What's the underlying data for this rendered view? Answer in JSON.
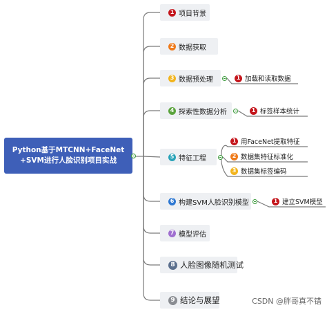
{
  "root": {
    "line1": "Python基于MTCNN+FaceNet",
    "line2": "+SVM进行人脸识别项目实战"
  },
  "colors": {
    "root_bg": "#3e5fb8",
    "node_bg": "#eef0f3",
    "line": "#7a7a7a",
    "num_red": "#c4161c",
    "num_orange": "#ef7a1a",
    "num_yellow": "#f2b41c",
    "num_green": "#5aa33c",
    "num_teal": "#29a3b8",
    "num_blue": "#2e78d2",
    "num_purple": "#a06fd0",
    "num_navy": "#5b6f8d",
    "num_gray": "#8a8d92"
  },
  "nodes": [
    {
      "num": "1",
      "label": "项目背景",
      "num_color": "#c4161c",
      "children": []
    },
    {
      "num": "2",
      "label": "数据获取",
      "num_color": "#ef7a1a",
      "children": []
    },
    {
      "num": "3",
      "label": "数据预处理",
      "num_color": "#f2b41c",
      "children": [
        {
          "num": "1",
          "label": "加载和读取数据",
          "num_color": "#c4161c"
        }
      ]
    },
    {
      "num": "4",
      "label": "探索性数据分析",
      "num_color": "#5aa33c",
      "children": [
        {
          "num": "1",
          "label": "标签样本统计",
          "num_color": "#c4161c"
        }
      ]
    },
    {
      "num": "5",
      "label": "特征工程",
      "num_color": "#29a3b8",
      "children": [
        {
          "num": "1",
          "label": "用FaceNet提取特征",
          "num_color": "#c4161c"
        },
        {
          "num": "2",
          "label": "数据集特征标准化",
          "num_color": "#ef7a1a"
        },
        {
          "num": "3",
          "label": "数据集标签编码",
          "num_color": "#f2b41c"
        }
      ]
    },
    {
      "num": "6",
      "label": "构建SVM人脸识别模型",
      "num_color": "#2e78d2",
      "children": [
        {
          "num": "1",
          "label": "建立SVM模型",
          "num_color": "#c4161c"
        }
      ]
    },
    {
      "num": "7",
      "label": "模型评估",
      "num_color": "#a06fd0",
      "children": []
    },
    {
      "num": "8",
      "label": "人脸图像随机测试",
      "num_color": "#5b6f8d",
      "children": []
    },
    {
      "num": "9",
      "label": "结论与展望",
      "num_color": "#8a8d92",
      "children": []
    }
  ],
  "watermark": "CSDN @胖哥真不错"
}
